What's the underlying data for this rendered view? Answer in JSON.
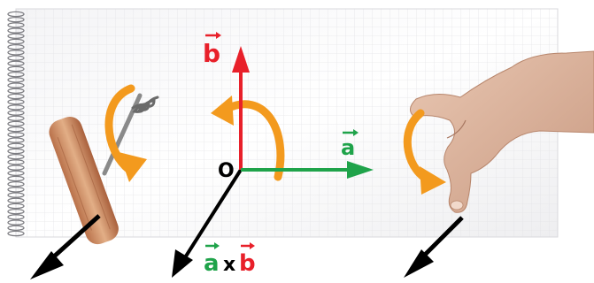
{
  "labels": {
    "b": "b",
    "a": "a",
    "origin": "O",
    "cross_a": "a",
    "cross_x": "x",
    "cross_b": "b"
  },
  "colors": {
    "b_vector": "#e8202a",
    "a_vector": "#1fa34a",
    "rotation_arrow": "#f39a1e",
    "result_arrow": "#000000",
    "paper_grid": "#e9e9ec"
  },
  "icons": [
    "corkscrew-icon",
    "hand-icon",
    "spiral-binding-icon"
  ]
}
